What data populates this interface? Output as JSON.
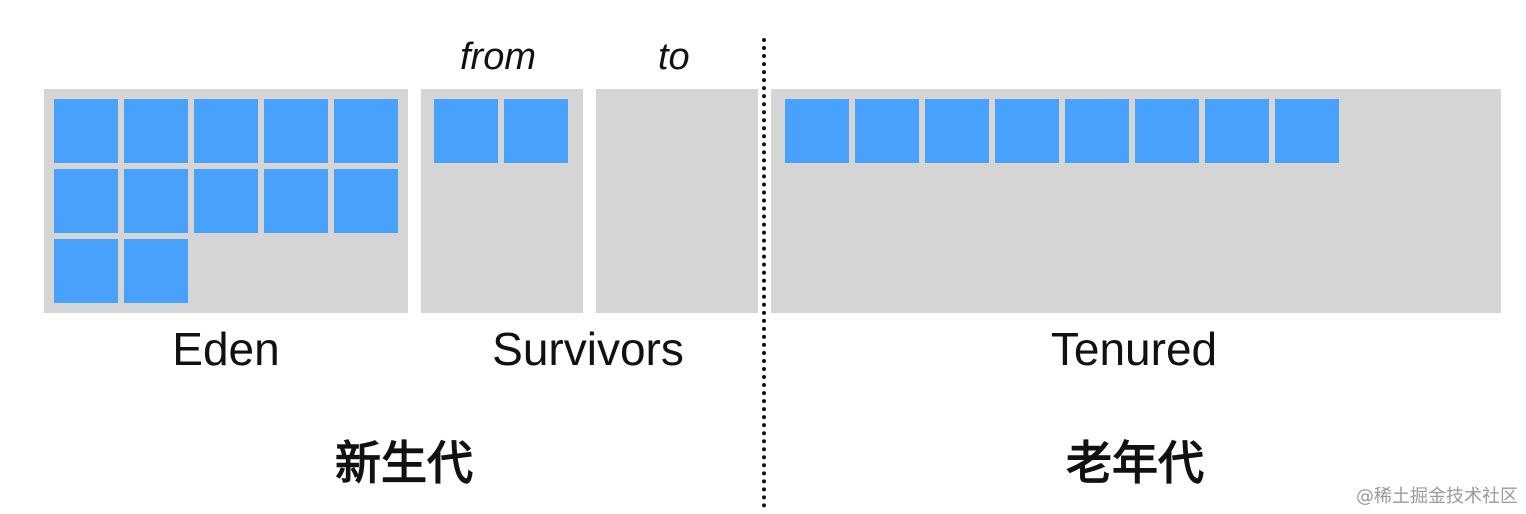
{
  "regions": {
    "eden": {
      "label": "Eden",
      "blocks": 12
    },
    "survivors": {
      "label": "Survivors",
      "from_label": "from",
      "to_label": "to",
      "from_blocks": 2,
      "to_blocks": 0
    },
    "tenured": {
      "label": "Tenured",
      "blocks": 8
    }
  },
  "generations": {
    "young": "新生代",
    "old": "老年代"
  },
  "watermark": "@稀土掘金技术社区",
  "colors": {
    "region": "#d5d5d5",
    "block": "#48a2fb",
    "text": "#111111"
  }
}
